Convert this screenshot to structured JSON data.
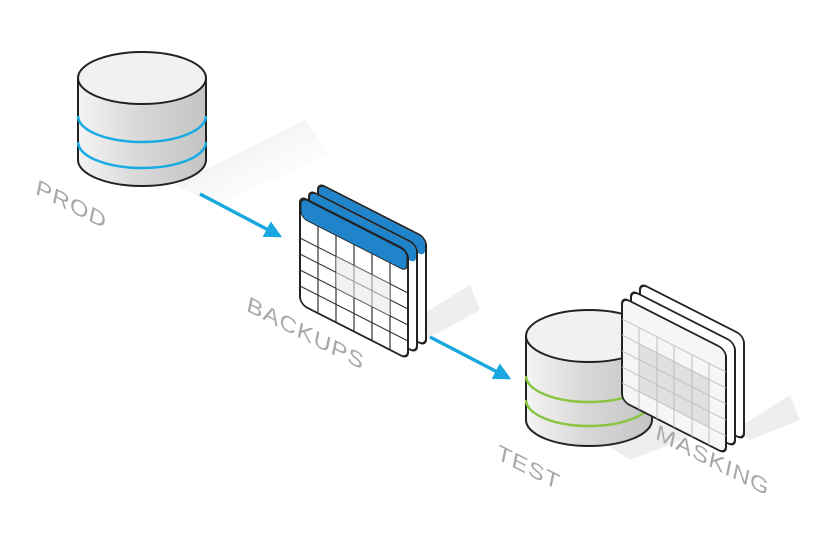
{
  "diagram": {
    "nodes": [
      {
        "id": "prod",
        "label": "PROD",
        "kind": "database",
        "ring_color": "#16ace3"
      },
      {
        "id": "backups",
        "label": "BACKUPS",
        "kind": "table-stack",
        "header_color": "#1f84c9"
      },
      {
        "id": "test",
        "label": "TEST",
        "kind": "database",
        "ring_color": "#88c540"
      },
      {
        "id": "masking",
        "label": "MASKING",
        "kind": "table-stack",
        "header_color": "#ffffff"
      }
    ],
    "edges": [
      {
        "from": "prod",
        "to": "backups"
      },
      {
        "from": "backups",
        "to": "test"
      }
    ],
    "colors": {
      "arrow": "#19a7df",
      "label": "#a8a8a8",
      "outline": "#222222",
      "shadow": "#ececec",
      "cylinder_body": "#dcdcdc",
      "cylinder_top": "#f0f0f0"
    }
  }
}
